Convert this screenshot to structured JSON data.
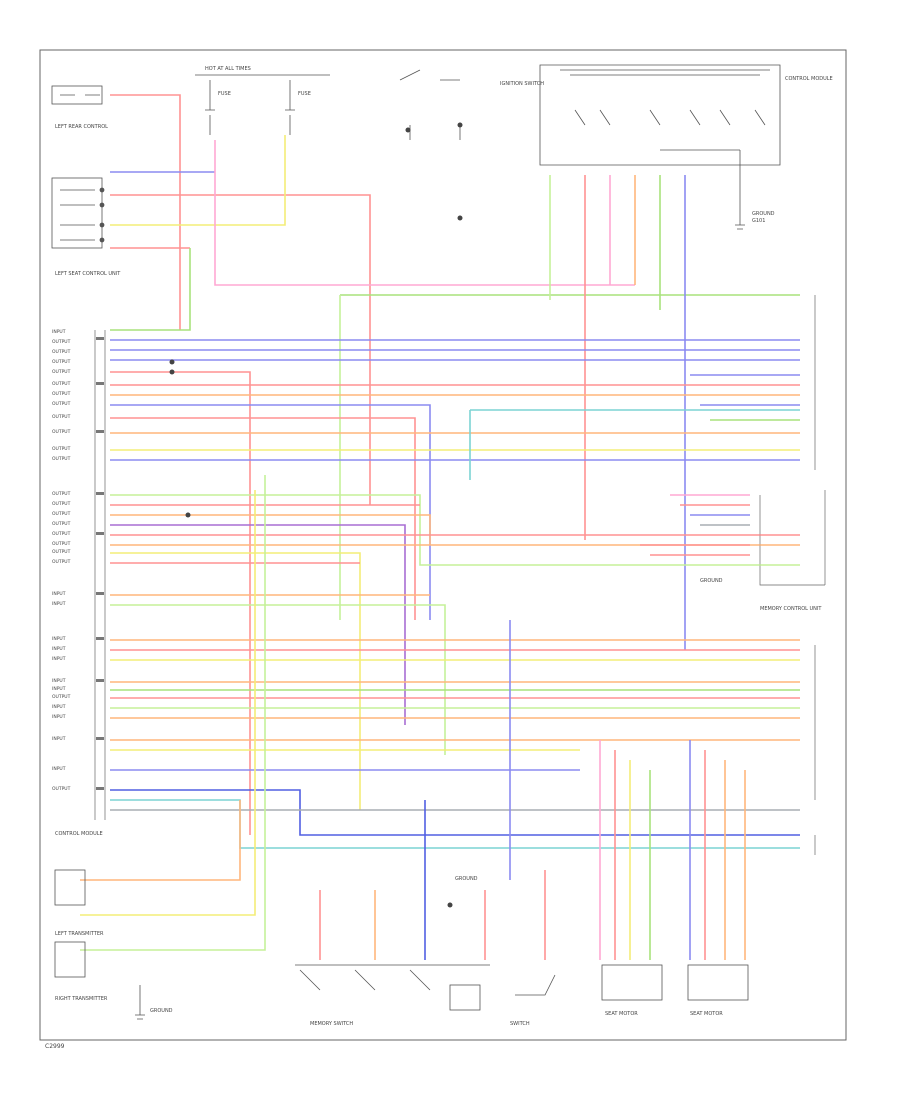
{
  "footer_code": "C2999",
  "top_labels": {
    "fuse_box": "HOT AT ALL TIMES",
    "fuse_a": "FUSE",
    "fuse_b": "FUSE",
    "ignition_switch": "IGNITION SWITCH",
    "ground_top": "GROUND",
    "ground_top_sub": "G101"
  },
  "left_components": {
    "comp1": "LEFT REAR CONTROL",
    "comp2": "LEFT SEAT CONTROL UNIT",
    "comp3": "CONTROL MODULE",
    "comp4": "LEFT TRANSMITTER",
    "comp5": "RIGHT TRANSMITTER",
    "ground_left": "GROUND"
  },
  "right_components": {
    "module_top": "CONTROL MODULE",
    "module_mid": "MEMORY CONTROL UNIT",
    "ground_right": "GROUND"
  },
  "bottom_components": {
    "switch_a": "MEMORY SWITCH",
    "switch_b": "SWITCH",
    "motor_a": "SEAT MOTOR",
    "motor_b": "SEAT MOTOR",
    "ground_bottom": "GROUND"
  },
  "pin_labels_left": [
    "INPUT",
    "OUTPUT",
    "OUTPUT",
    "OUTPUT",
    "OUTPUT",
    "OUTPUT",
    "OUTPUT",
    "OUTPUT",
    "OUTPUT",
    "OUTPUT",
    "OUTPUT",
    "OUTPUT",
    "OUTPUT",
    "OUTPUT",
    "OUTPUT",
    "OUTPUT",
    "OUTPUT",
    "OUTPUT",
    "OUTPUT",
    "OUTPUT",
    "INPUT",
    "INPUT",
    "INPUT",
    "INPUT",
    "INPUT",
    "INPUT",
    "INPUT",
    "OUTPUT",
    "INPUT",
    "INPUT",
    "INPUT",
    "INPUT",
    "OUTPUT"
  ],
  "wire_colors": {
    "red": "#ff8080",
    "pink": "#ff99cc",
    "blue": "#7777ee",
    "dark_blue": "#3344dd",
    "yellow": "#f2ea60",
    "green": "#99dd66",
    "light_green": "#bbee88",
    "orange": "#ffaa66",
    "purple": "#9955cc",
    "gray": "#9aa0a6",
    "teal": "#66cccc",
    "black": "#333333"
  }
}
